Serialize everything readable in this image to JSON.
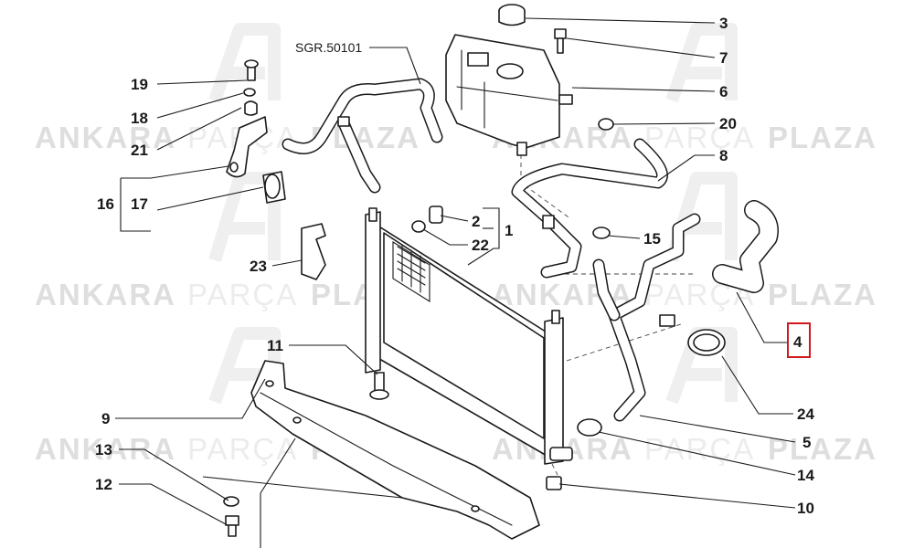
{
  "watermark": {
    "brand_bold_1": "ANKARA",
    "brand_light": "PARÇA",
    "brand_bold_2": "PLAZA"
  },
  "reference": "SGR.50101",
  "callouts": {
    "c1": "1",
    "c2": "2",
    "c3": "3",
    "c4": "4",
    "c5": "5",
    "c6": "6",
    "c7": "7",
    "c8": "8",
    "c9": "9",
    "c10": "10",
    "c11": "11",
    "c12": "12",
    "c13": "13",
    "c14": "14",
    "c15": "15",
    "c16": "16",
    "c17": "17",
    "c18": "18",
    "c19": "19",
    "c20": "20",
    "c21": "21",
    "c22": "22",
    "c23": "23",
    "c24": "24"
  },
  "highlighted_callout": "4",
  "colors": {
    "line": "#1a1a1a",
    "highlight": "#d0191b",
    "watermark": "#e6e6e6"
  }
}
